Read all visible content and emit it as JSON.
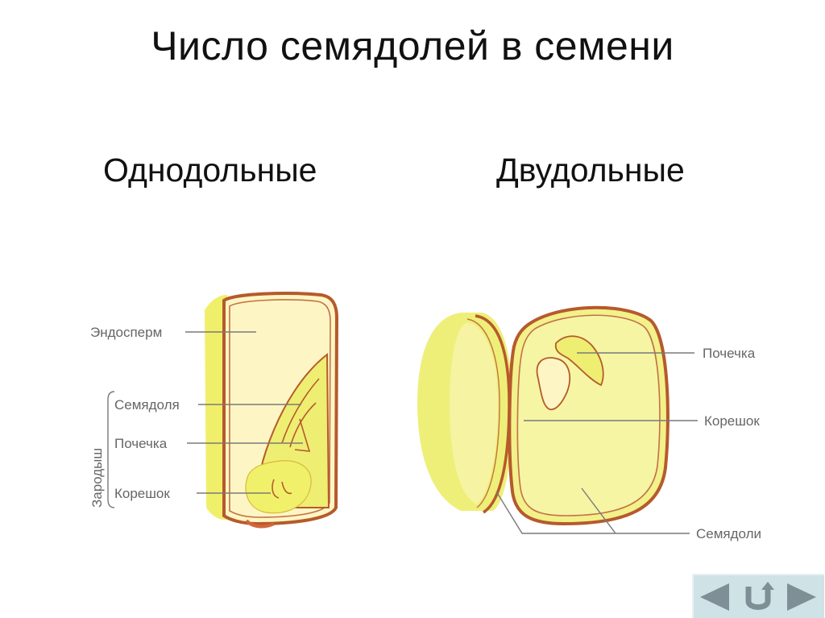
{
  "slide": {
    "title": "Число семядолей в семени",
    "monocots_heading": "Однодольные",
    "dicots_heading": "Двудольные"
  },
  "monocot_labels": {
    "endosperm": "Эндосперм",
    "cotyledon": "Семядоля",
    "plumule": "Почечка",
    "radicle": "Корешок",
    "embryo": "Зародыш"
  },
  "dicot_labels": {
    "plumule": "Почечка",
    "radicle": "Корешок",
    "cotyledons": "Семядоли"
  },
  "colors": {
    "seed_coat": "#b65a2c",
    "endosperm": "#fdf6c4",
    "embryo": "#f1f06a",
    "cotyledon_fill": "#eeee72",
    "leader_line": "#7a7a7a",
    "nav_bg": "#cfe2e6",
    "nav_icon": "#7e8f95"
  },
  "navigation": {
    "back_icon": "triangle-left-icon",
    "return_icon": "u-turn-icon",
    "forward_icon": "triangle-right-icon"
  }
}
